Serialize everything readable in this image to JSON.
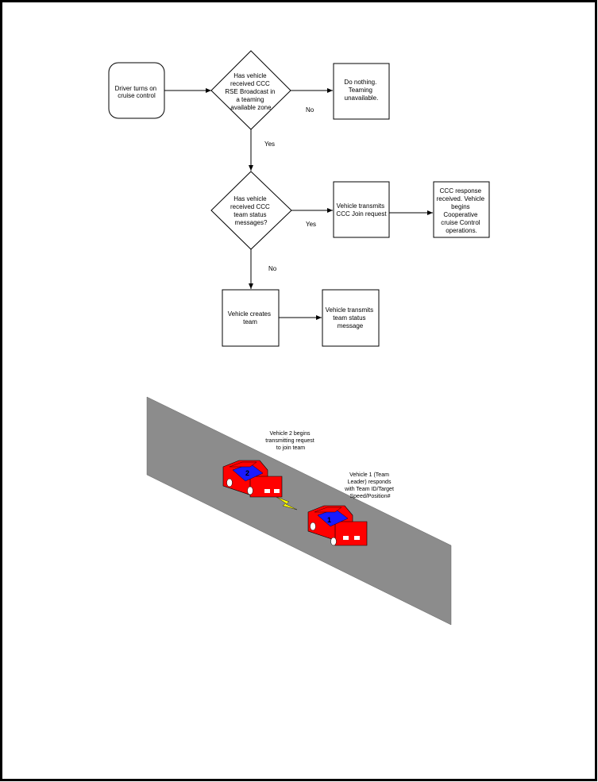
{
  "flowchart": {
    "nodes": {
      "start": {
        "lines": [
          "Driver turns on",
          "cruise control"
        ]
      },
      "decision1": {
        "lines": [
          "Has vehicle",
          "received CCC",
          "RSE Broadcast in",
          "a teaming",
          "available zone"
        ]
      },
      "nothing": {
        "lines": [
          "Do nothing.",
          "Teaming",
          "unavailable."
        ]
      },
      "decision2": {
        "lines": [
          "Has vehicle",
          "received CCC",
          "team status",
          "messages?"
        ]
      },
      "join": {
        "lines": [
          "Vehicle transmits",
          "CCC Join request"
        ]
      },
      "response": {
        "lines": [
          "CCC response",
          "received. Vehicle",
          "begins",
          "Cooperative",
          "cruise Control",
          "operations."
        ]
      },
      "create": {
        "lines": [
          "Vehicle creates",
          "team"
        ]
      },
      "status": {
        "lines": [
          "Vehicle transmits",
          "team status",
          "message"
        ]
      }
    },
    "edge_labels": {
      "d1_no": "No",
      "d1_yes": "Yes",
      "d2_yes": "Yes",
      "d2_no": "No"
    }
  },
  "road_scene": {
    "road_color": "#8c8c8c",
    "car_body_color": "#ff0000",
    "car_window_color": "#1a1aff",
    "signal_color": "#ffff00",
    "car2_number": "2",
    "car1_number": "1",
    "car2_caption": [
      "Vehicle 2 begins",
      "transmitting request",
      "to join team"
    ],
    "car1_caption": [
      "Vehicle 1 (Team",
      "Leader) responds",
      "with Team ID/Target",
      "Speed/Position#"
    ]
  }
}
